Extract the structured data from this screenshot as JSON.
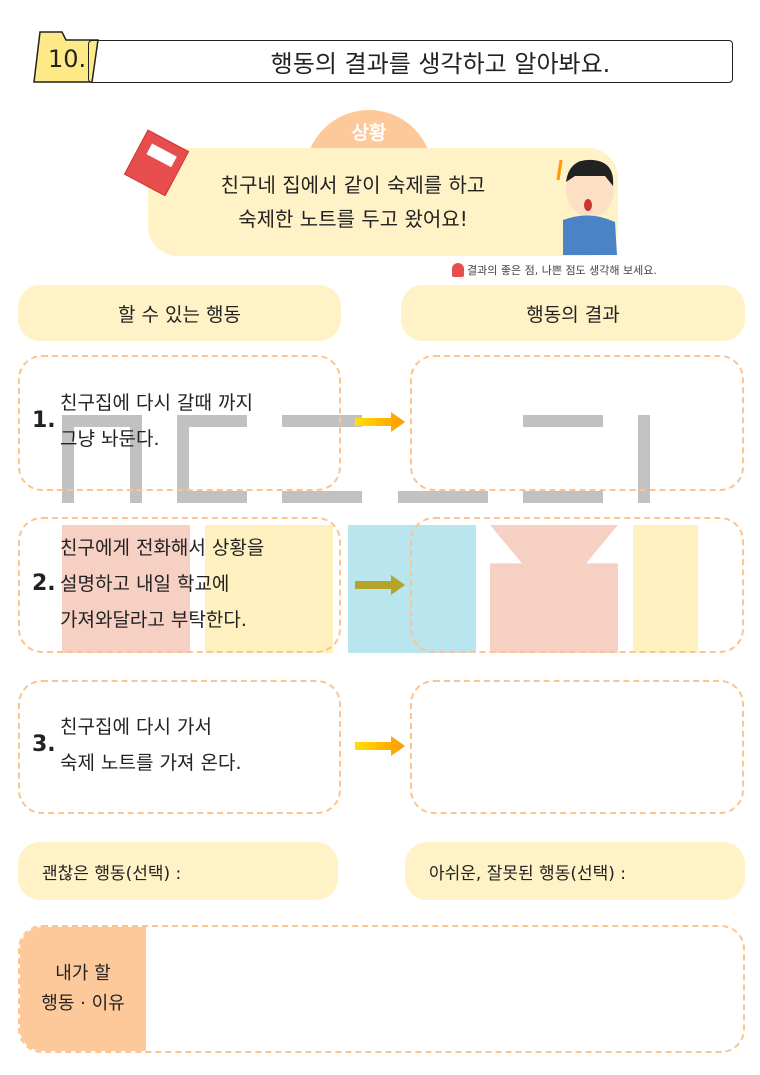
{
  "header": {
    "number": "10.",
    "title": "행동의 결과를 생각하고 알아봐요."
  },
  "situation": {
    "tab": "상황",
    "lines": [
      "친구네 집에서 같이 숙제를 하고",
      "숙제한 노트를 두고 왔어요!"
    ]
  },
  "hint": "결과의 좋은 점, 나쁜 점도 생각해 보세요.",
  "columns": {
    "actions": "할 수 있는 행동",
    "results": "행동의 결과"
  },
  "items": [
    {
      "num": "1.",
      "lines": [
        "친구집에 다시 갈때 까지",
        "그냥 놔둔다."
      ]
    },
    {
      "num": "2.",
      "lines": [
        "친구에게 전화해서 상황을",
        "설명하고 내일 학교에",
        "가져와달라고 부탁한다."
      ]
    },
    {
      "num": "3.",
      "lines": [
        "친구집에 다시 가서",
        "숙제 노트를 가져 온다."
      ]
    }
  ],
  "choices": {
    "good": "괜찮은 행동(선택) :",
    "bad": "아쉬운, 잘못된 행동(선택) :"
  },
  "my_action": {
    "lines": [
      "내가 할",
      "행동 · 이유"
    ]
  },
  "colors": {
    "accent": "#fdc99b",
    "panel": "#fff2c6",
    "dash": "#fcc490"
  }
}
